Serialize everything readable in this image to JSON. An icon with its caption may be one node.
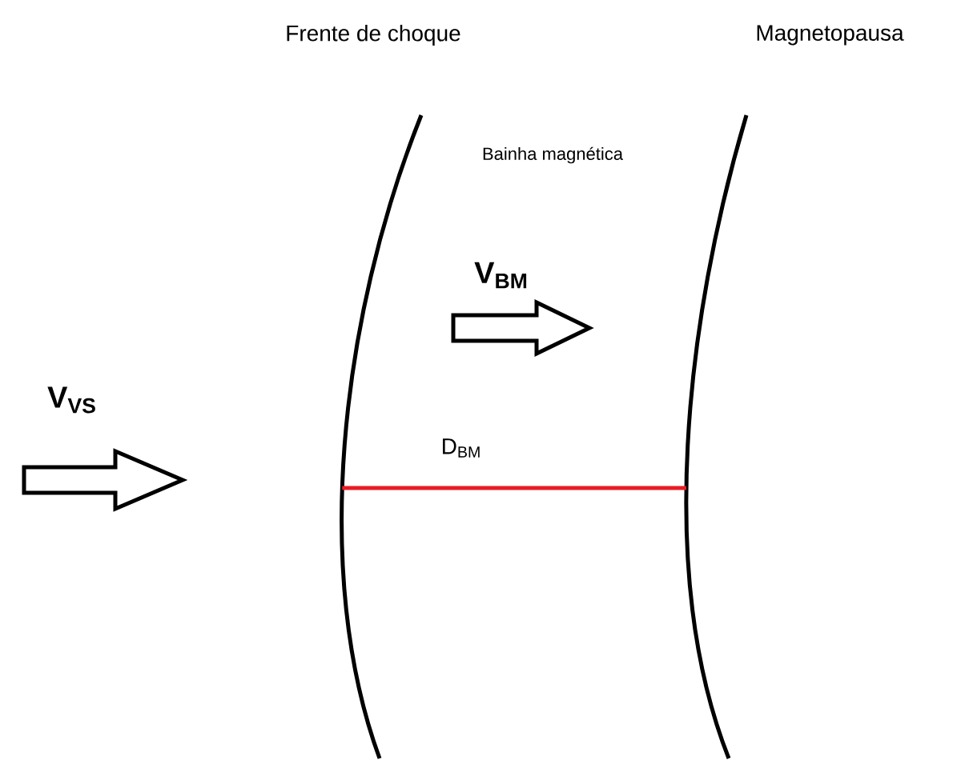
{
  "diagram": {
    "labels": [
      "Frente de choque",
      "Magnetopausa",
      "Bainha magnética",
      "V$_{BM}$",
      "V$_{VS}$",
      "D$_{BM}$"
    ]
  }
}
